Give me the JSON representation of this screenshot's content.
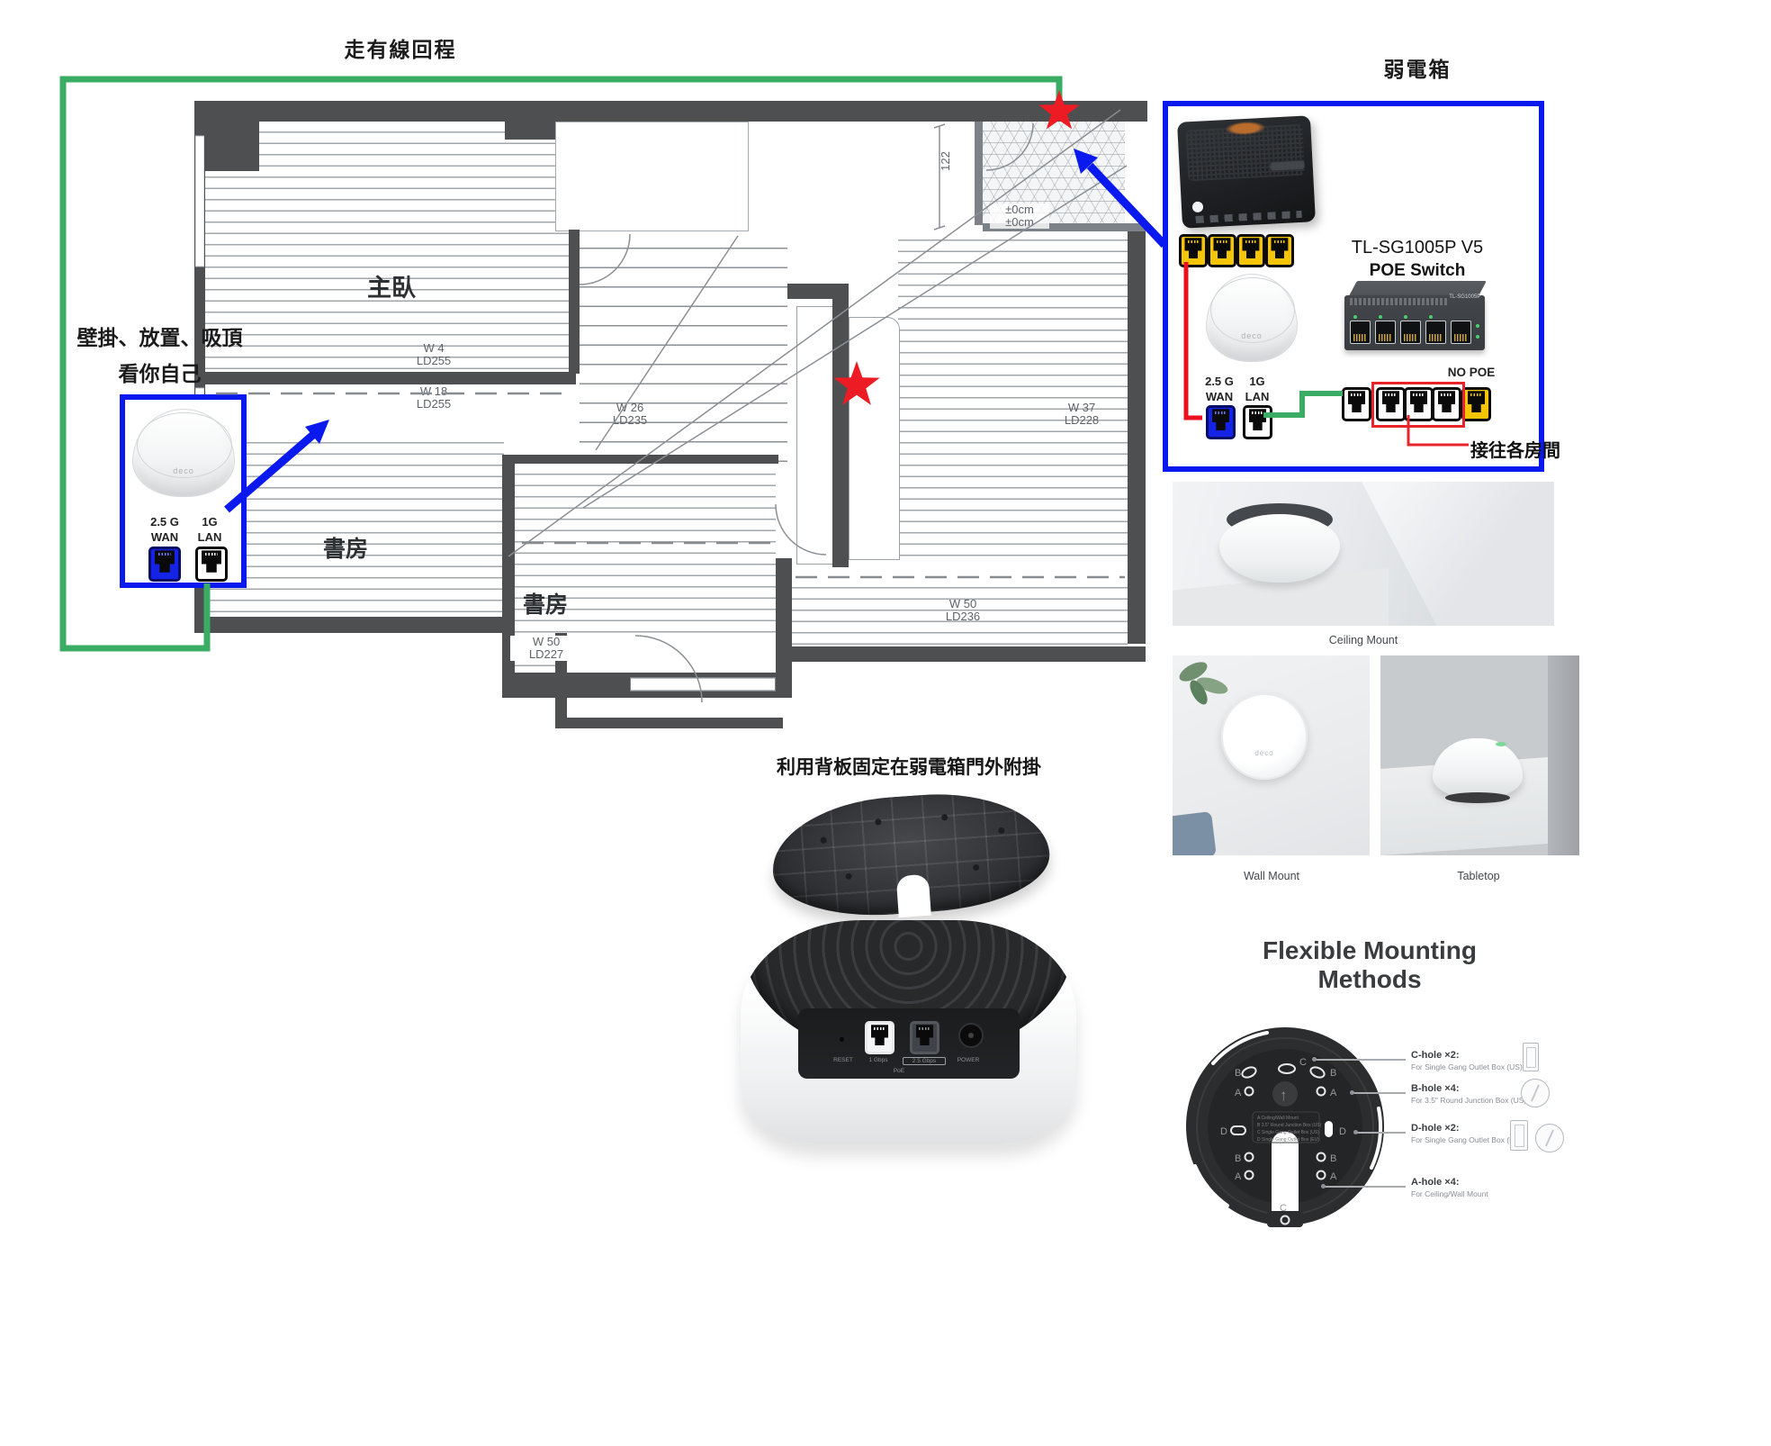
{
  "titles": {
    "backhaul": "走有線回程",
    "weak_box": "弱電箱",
    "mount_note": "利用背板固定在弱電箱門外附掛",
    "flexible": "Flexible Mounting Methods"
  },
  "left_unit": {
    "note_line1": "壁掛、放置、吸頂",
    "note_line2": "看你自己",
    "wan_speed": "2.5 G",
    "wan_label": "WAN",
    "lan_speed": "1G",
    "lan_label": "LAN",
    "brand": "deco"
  },
  "weak_box_unit": {
    "switch_model": "TL-SG1005P V5",
    "switch_type": "POE Switch",
    "switch_front_label": "TL-SG1005P",
    "no_poe": "NO POE",
    "rooms_label": "接往各房間",
    "wan_speed": "2.5 G",
    "wan_label": "WAN",
    "lan_speed": "1G",
    "lan_label": "LAN",
    "brand": "deco"
  },
  "floorplan": {
    "master_bedroom": "主臥",
    "study": "書房",
    "dim_w4": "W 4",
    "dim_ld255": "LD255",
    "dim_w18": "W 18",
    "dim_w26": "W 26",
    "dim_ld235": "LD235",
    "dim_w37": "W 37",
    "dim_ld228": "LD228",
    "dim_w50": "W 50",
    "dim_ld236": "LD236",
    "dim_ld227": "LD227",
    "dim_122": "122",
    "level": "±0cm"
  },
  "photos": {
    "ceiling": "Ceiling Mount",
    "wall": "Wall Mount",
    "tabletop": "Tabletop"
  },
  "holes": [
    {
      "title": "C-hole ×2:",
      "desc": "For Single Gang Outlet Box (US)"
    },
    {
      "title": "B-hole ×4:",
      "desc": "For 3.5\" Round Junction Box (US)"
    },
    {
      "title": "D-hole ×2:",
      "desc": "For Single Gang Outlet Box (EU)"
    },
    {
      "title": "A-hole ×4:",
      "desc": "For Ceiling/Wall Mount"
    }
  ],
  "plate": {
    "letters": {
      "a": "A",
      "b": "B",
      "c": "C",
      "d": "D"
    },
    "legend": {
      "l1": "A  Ceiling/Wall Mount",
      "l2": "B  3.5\" Round Junction Box (US)",
      "l3": "C  Single Gang Outlet Box (US)",
      "l4": "D  Single Gang Outlet Box (EU)"
    },
    "arrow": "↑"
  },
  "device_back": {
    "reset": "RESET",
    "p1": "1 Gbps",
    "p2": "2.5 Gbps",
    "power": "POWER",
    "poe": "PoE"
  },
  "colors": {
    "green": "#3bac63",
    "blue": "#0a1aef",
    "red": "#e8111c",
    "yellow": "#f5c504"
  }
}
